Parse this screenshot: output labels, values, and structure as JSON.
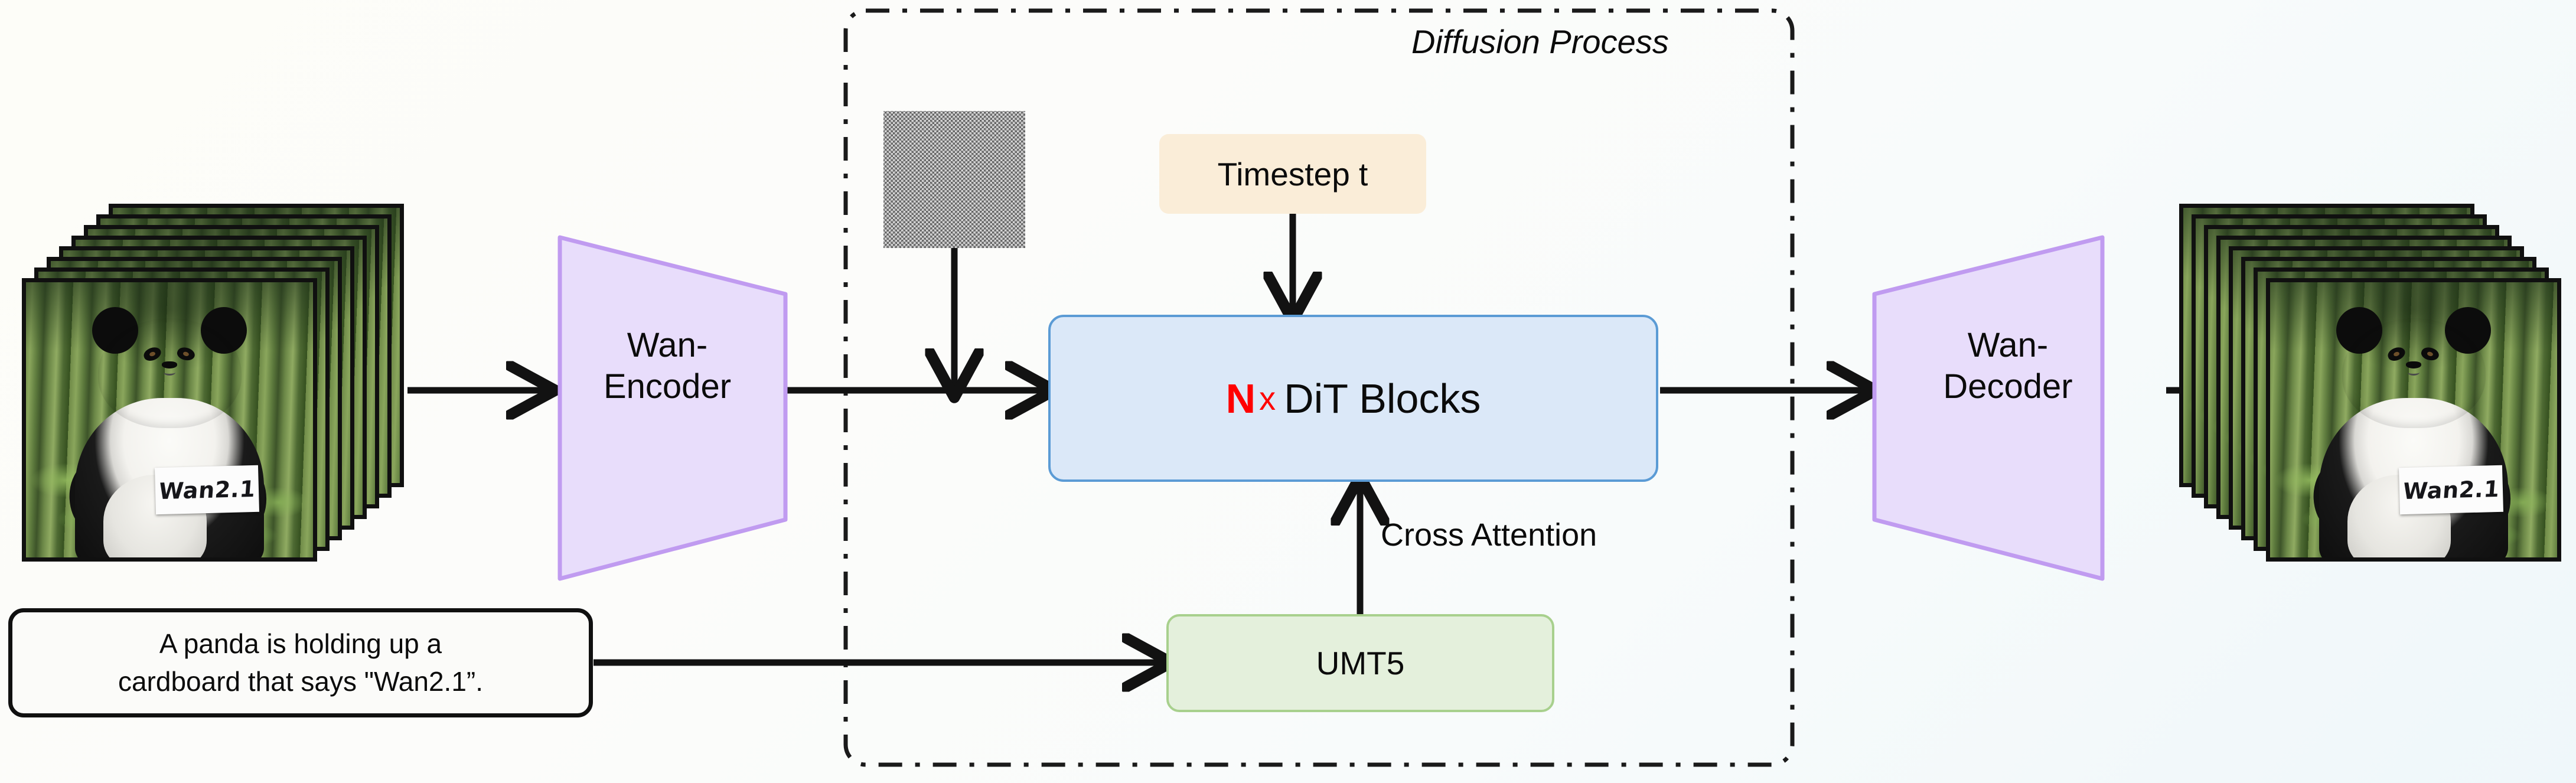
{
  "diagram": {
    "title": "Wan2.1 text-to-video diffusion pipeline",
    "region_label": "Diffusion Process",
    "background_gradient": [
      "#fdfdf8",
      "#eff7fa"
    ]
  },
  "input": {
    "name": "input-video-frames",
    "frame_count": 8,
    "sign_text": "Wan2.1",
    "alt": "Stack of video frames of a panda holding a cardboard sign"
  },
  "output": {
    "name": "output-video-frames",
    "frame_count": 8,
    "sign_text": "Wan2.1",
    "alt": "Stack of generated video frames of a panda holding a cardboard sign"
  },
  "prompt": {
    "line1": "A panda is holding up a",
    "line2": "cardboard that says \"Wan2.1”."
  },
  "nodes": {
    "encoder": {
      "line1": "Wan-",
      "line2": "Encoder",
      "fill": "#e8ddfb",
      "stroke": "#c09bf0"
    },
    "decoder": {
      "line1": "Wan-",
      "line2": "Decoder",
      "fill": "#e8ddfb",
      "stroke": "#c09bf0"
    },
    "timestep": {
      "label": "Timestep t",
      "fill": "#faedd8"
    },
    "dit": {
      "repeat_symbol": "N",
      "multiply_symbol": "x",
      "label": "DiT Blocks",
      "fill": "#dbe8f8",
      "stroke": "#5b9bd5",
      "repeat_color": "#ff0000"
    },
    "text_encoder": {
      "label": "UMT5",
      "fill": "#e4f0dc",
      "stroke": "#a8d08d"
    },
    "noise": {
      "label": "gaussian-noise-latent"
    }
  },
  "edges": {
    "cross_attention": "Cross Attention"
  },
  "chart_data": {
    "type": "diagram",
    "title": "Wan2.1 Diffusion Pipeline",
    "nodes": [
      {
        "id": "input-frames",
        "label": "Input video frames",
        "group": "io"
      },
      {
        "id": "prompt",
        "label": "A panda is holding up a cardboard that says \"Wan2.1”.",
        "group": "io"
      },
      {
        "id": "encoder",
        "label": "Wan-Encoder",
        "group": "vae"
      },
      {
        "id": "noise",
        "label": "Gaussian noise",
        "group": "latent"
      },
      {
        "id": "timestep",
        "label": "Timestep t",
        "group": "condition"
      },
      {
        "id": "dit",
        "label": "N x DiT Blocks",
        "group": "backbone"
      },
      {
        "id": "umt5",
        "label": "UMT5",
        "group": "text-encoder"
      },
      {
        "id": "decoder",
        "label": "Wan-Decoder",
        "group": "vae"
      },
      {
        "id": "output-frames",
        "label": "Output video frames",
        "group": "io"
      }
    ],
    "edges": [
      {
        "from": "input-frames",
        "to": "encoder",
        "label": ""
      },
      {
        "from": "encoder",
        "to": "dit",
        "label": ""
      },
      {
        "from": "noise",
        "to": "dit",
        "label": ""
      },
      {
        "from": "timestep",
        "to": "dit",
        "label": ""
      },
      {
        "from": "prompt",
        "to": "umt5",
        "label": ""
      },
      {
        "from": "umt5",
        "to": "dit",
        "label": "Cross Attention"
      },
      {
        "from": "dit",
        "to": "decoder",
        "label": ""
      },
      {
        "from": "decoder",
        "to": "output-frames",
        "label": ""
      }
    ],
    "groups": [
      {
        "id": "diffusion-process",
        "label": "Diffusion Process",
        "members": [
          "noise",
          "timestep",
          "dit",
          "umt5"
        ],
        "style": "dash-dot"
      }
    ]
  }
}
